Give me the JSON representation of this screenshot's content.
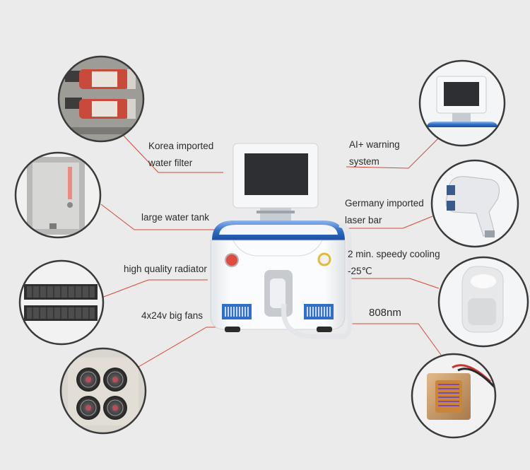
{
  "labels": {
    "water_filter_line1": "Korea imported",
    "water_filter_line2": "water filter",
    "water_tank": "large water tank",
    "radiator": "high quality radiator",
    "fans": "4x24v big fans",
    "ai_warning_line1": "AI+ warning",
    "ai_warning_line2": "system",
    "laser_bar_line1": "Germany imported",
    "laser_bar_line2": "laser bar",
    "cooling_line1": "2 min. speedy cooling",
    "cooling_line2": "-25℃",
    "wavelength": "808nm"
  },
  "colors": {
    "background": "#ebebeb",
    "leader_line": "#d9453a",
    "machine_body": "#f7f8fa",
    "accent_blue": "#2f6fc9",
    "screen": "#2d2f33"
  }
}
